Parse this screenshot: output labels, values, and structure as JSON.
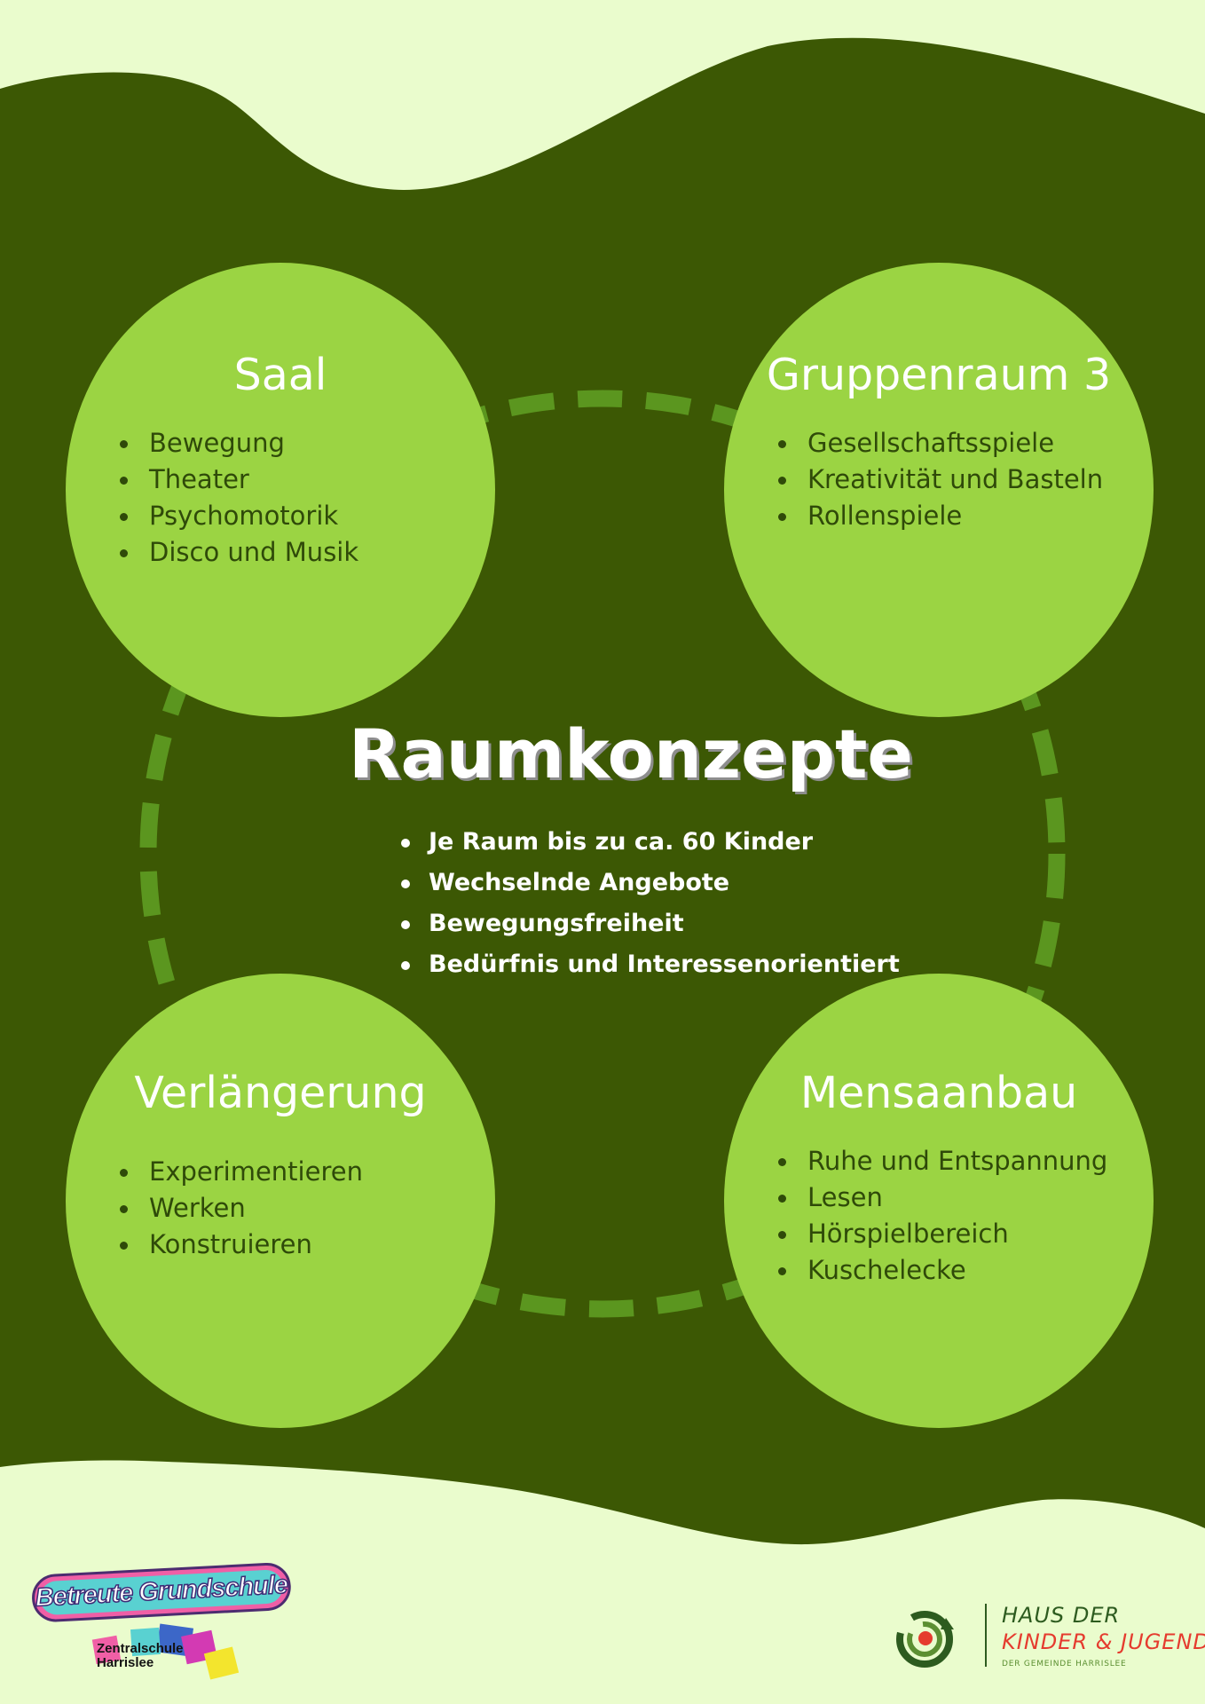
{
  "colors": {
    "background_light": "#eafccd",
    "background_dark": "#3c5804",
    "circle_fill": "#9bd443",
    "dashed_ring": "#5b961f",
    "circle_text": "#2f4a09",
    "title_text": "#ffffff"
  },
  "rooms": [
    {
      "title": "Saal",
      "items": [
        "Bewegung",
        "Theater",
        "Psychomotorik",
        "Disco und Musik"
      ]
    },
    {
      "title": "Gruppenraum 3",
      "items": [
        "Gesellschaftsspiele",
        "Kreativität und Basteln",
        "Rollenspiele"
      ]
    },
    {
      "title": "Verlängerung",
      "items": [
        "Experimentieren",
        "Werken",
        "Konstruieren"
      ]
    },
    {
      "title": "Mensaanbau",
      "items": [
        "Ruhe und Entspannung",
        "Lesen",
        "Hörspielbereich",
        "Kuschelecke"
      ]
    }
  ],
  "center": {
    "title": "Raumkonzepte",
    "items": [
      "Je Raum bis zu ca. 60 Kinder",
      "Wechselnde Angebote",
      "Bewegungsfreiheit",
      "Bedürfnis und Interessenorientiert"
    ]
  },
  "logo_left": {
    "title": "Betreute Grundschule",
    "subtitle": "Zentralschule\nHarrislee",
    "colors": [
      "#f05fa6",
      "#59d1d1",
      "#3d2b76",
      "#f3e52d"
    ]
  },
  "logo_right": {
    "line1": "HAUS DER",
    "line2": "KINDER & JUGEND",
    "line3": "DER GEMEINDE HARRISLEE",
    "icon": "circular-arrows-icon",
    "colors": [
      "#2d5b1f",
      "#e53b2e",
      "#5c8f32"
    ]
  }
}
